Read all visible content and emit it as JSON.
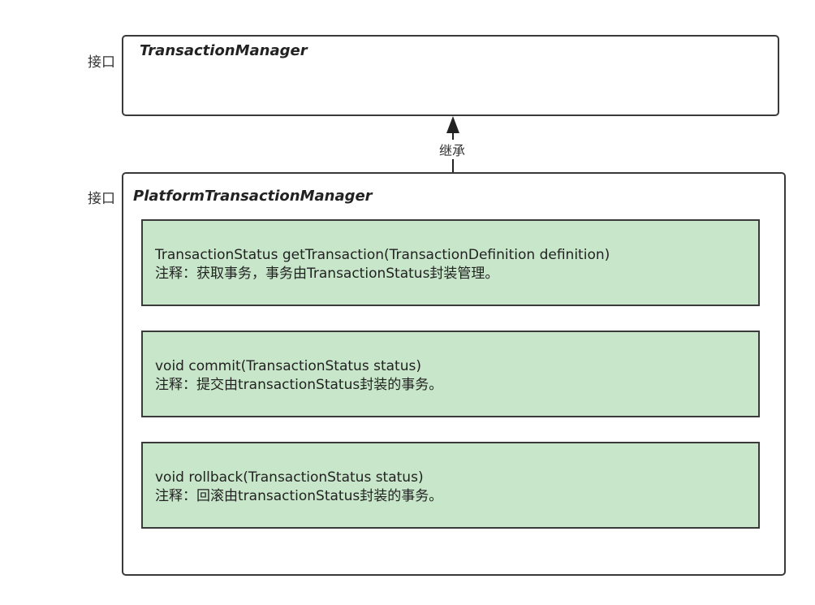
{
  "top_interface": {
    "stereotype": "接口",
    "name": "TransactionManager"
  },
  "bottom_interface": {
    "stereotype": "接口",
    "name": "PlatformTransactionManager",
    "methods": [
      {
        "signature": "TransactionStatus getTransaction(TransactionDefinition definition)",
        "note": "注释：获取事务，事务由TransactionStatus封装管理。"
      },
      {
        "signature": "void commit(TransactionStatus status)",
        "note": "注释：提交由transactionStatus封装的事务。"
      },
      {
        "signature": "void rollback(TransactionStatus status)",
        "note": "注释：回滚由transactionStatus封装的事务。"
      }
    ]
  },
  "relation": {
    "label": "继承"
  },
  "colors": {
    "method_fill": "#c8e6c9",
    "border": "#3a3a3a"
  }
}
